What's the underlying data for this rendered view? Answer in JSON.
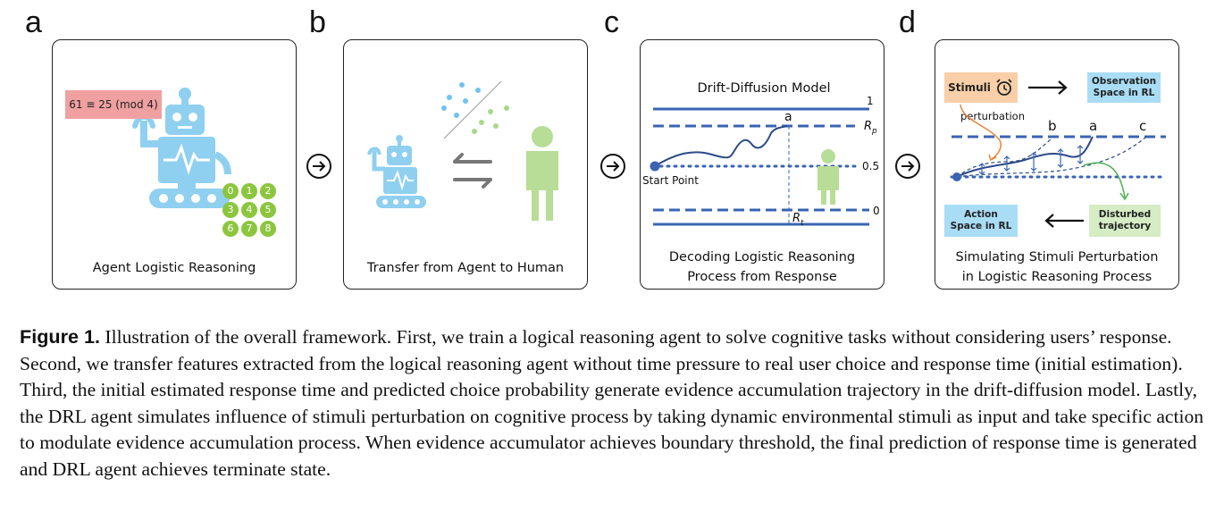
{
  "panels": {
    "a": {
      "letter": "a",
      "equation": "61 ≡ 25 (mod 4)",
      "keypad": [
        "0",
        "1",
        "2",
        "3",
        "4",
        "5",
        "6",
        "7",
        "8"
      ],
      "caption": "Agent Logistic Reasoning"
    },
    "b": {
      "letter": "b",
      "caption": "Transfer from Agent to Human"
    },
    "c": {
      "letter": "c",
      "title": "Drift-Diffusion Model",
      "label_a": "a",
      "rp": "R",
      "rp_sub": "p",
      "rt": "R",
      "rt_sub": "t",
      "val_1": "1",
      "val_05": "0.5",
      "val_0": "0",
      "start_point": "Start Point",
      "caption_line1": "Decoding Logistic Reasoning",
      "caption_line2": "Process from Response"
    },
    "d": {
      "letter": "d",
      "stimuli": "Stimuli",
      "observation_line1": "Observation",
      "observation_line2": "Space in RL",
      "perturbation": "perturbation",
      "label_b": "b",
      "label_a": "a",
      "label_c": "c",
      "action_line1": "Action",
      "action_line2": "Space in RL",
      "disturbed_line1": "Disturbed",
      "disturbed_line2": "trajectory",
      "caption_line1": "Simulating Stimuli Perturbation",
      "caption_line2": "in Logistic Reasoning Process"
    }
  },
  "figure_caption": {
    "label": "Figure 1.",
    "text": "Illustration of the overall framework. First, we train a logical reasoning agent to solve cognitive tasks without considering users’ response. Second, we transfer features extracted from the logical reasoning agent without time pressure to real user choice and response time (initial estimation). Third, the initial estimated response time and predicted choice probability generate evidence accumulation trajectory in the drift-diffusion model. Lastly, the DRL agent simulates influence of stimuli perturbation on cognitive process by taking dynamic environmental stimuli as input and take specific action to modulate evidence accumulation process. When evidence accumulator achieves boundary threshold, the final prediction of response time is generated and DRL agent achieves terminate state."
  },
  "colors": {
    "robot_blue": "#8fd0f0",
    "human_green": "#b7dd96",
    "pink_box": "#f0a0a0",
    "keypad_green": "#8cc63f",
    "ddm_line": "#3a64b0",
    "stimuli_box": "#f8cfa8",
    "obs_box": "#a9dcf5",
    "disturbed_box": "#d6ecc4"
  }
}
